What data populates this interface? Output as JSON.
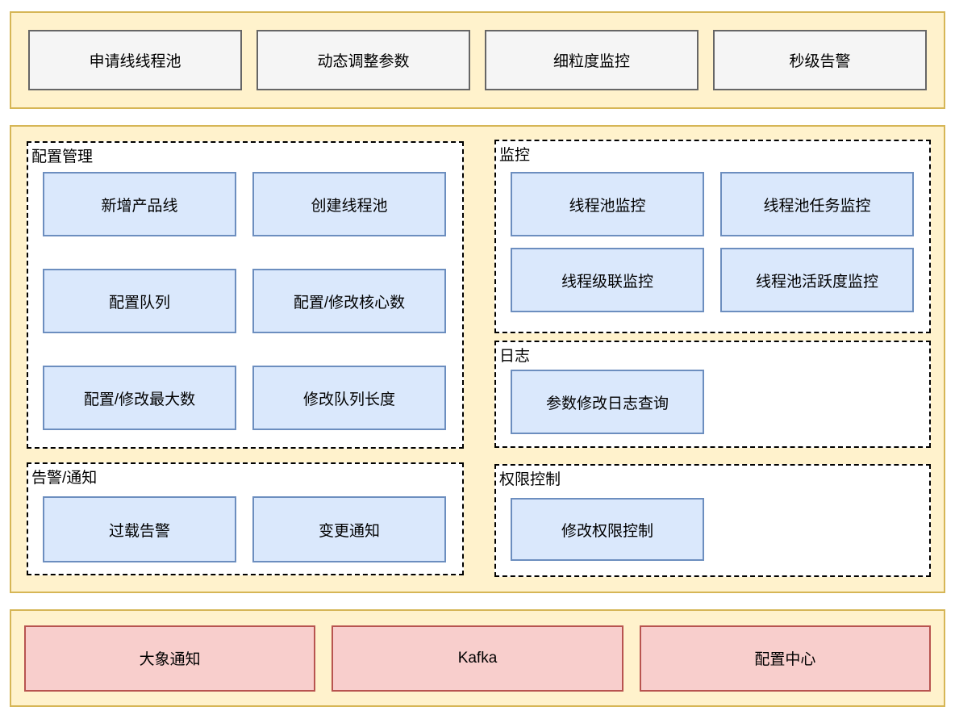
{
  "diagram": {
    "top_band": {
      "items": [
        "申请线线程池",
        "动态调整参数",
        "细粒度监控",
        "秒级告警"
      ]
    },
    "sections": {
      "config": {
        "title": "配置管理",
        "items": [
          "新增产品线",
          "创建线程池",
          "配置队列",
          "配置/修改核心数",
          "配置/修改最大数",
          "修改队列长度"
        ]
      },
      "monitor": {
        "title": "监控",
        "items": [
          "线程池监控",
          "线程池任务监控",
          "线程级联监控",
          "线程池活跃度监控"
        ]
      },
      "log": {
        "title": "日志",
        "items": [
          "参数修改日志查询"
        ]
      },
      "alert": {
        "title": "告警/通知",
        "items": [
          "过载告警",
          "变更通知"
        ]
      },
      "permission": {
        "title": "权限控制",
        "items": [
          "修改权限控制"
        ]
      }
    },
    "bottom_band": {
      "items": [
        "大象通知",
        "Kafka",
        "配置中心"
      ]
    },
    "colors": {
      "band_fill": "#FFF2CC",
      "band_border": "#D6B656",
      "feature_fill": "#F5F5F5",
      "feature_border": "#666666",
      "module_fill": "#DAE8FC",
      "module_border": "#6C8EBF",
      "infra_fill": "#F8CECC",
      "infra_border": "#B85450",
      "section_border": "#000000"
    }
  }
}
